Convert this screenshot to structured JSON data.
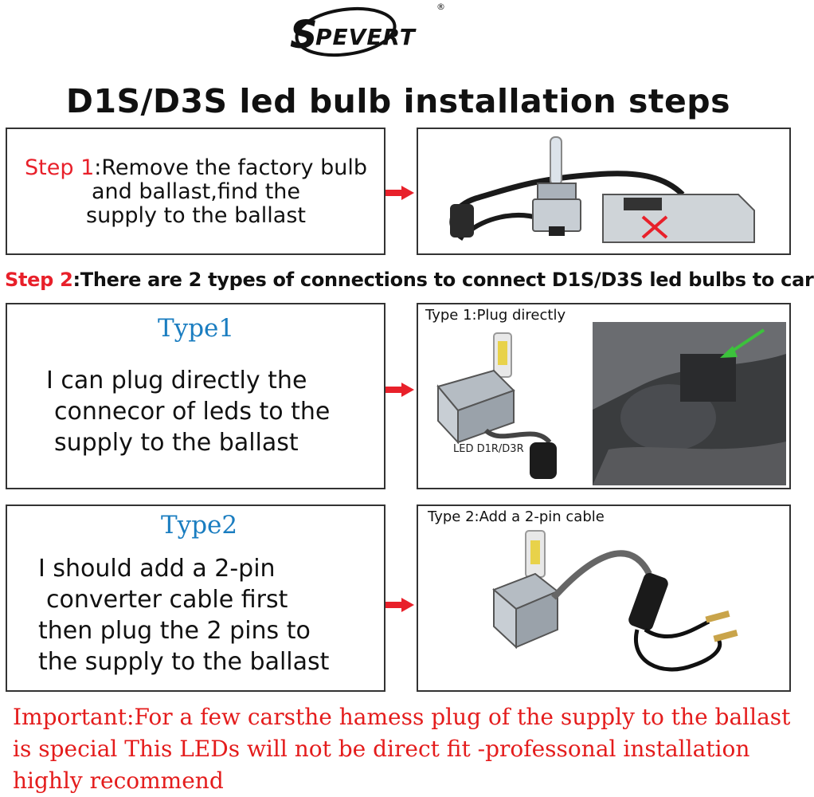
{
  "brand": {
    "logo_text": "SPEVERT",
    "registered_mark": "®"
  },
  "title": "D1S/D3S led bulb installation steps",
  "step1": {
    "label": "Step 1",
    "text_line1": ":Remove the factory bulb",
    "text_line2": "and ballast,find the",
    "text_line3": "supply to the ballast",
    "image_icon": "factory-bulb-ballast-photo"
  },
  "step2": {
    "label": "Step 2",
    "text": ":There are 2 types of connections to connect D1S/D3S led bulbs to car"
  },
  "type1": {
    "title": "Type1",
    "lines": [
      "I can plug directly the",
      "connecor of leds to the",
      "supply to the ballast"
    ],
    "caption": "Type 1:Plug directly",
    "product_label": "LED D1R/D3R"
  },
  "type2": {
    "title": "Type2",
    "lines": [
      "I should add a 2-pin",
      "converter cable first",
      "then plug the 2 pins to",
      "the supply to the ballast"
    ],
    "caption": "Type 2:Add a 2-pin cable"
  },
  "important": {
    "lines": [
      "Important:For a few carsthe hamess plug of the supply to the ballast",
      "is special This LEDs will not be direct fit -professonal installation",
      "highly recommend"
    ]
  },
  "colors": {
    "accent_red": "#e8202a",
    "type_blue": "#1a7dc0",
    "border": "#333333"
  }
}
